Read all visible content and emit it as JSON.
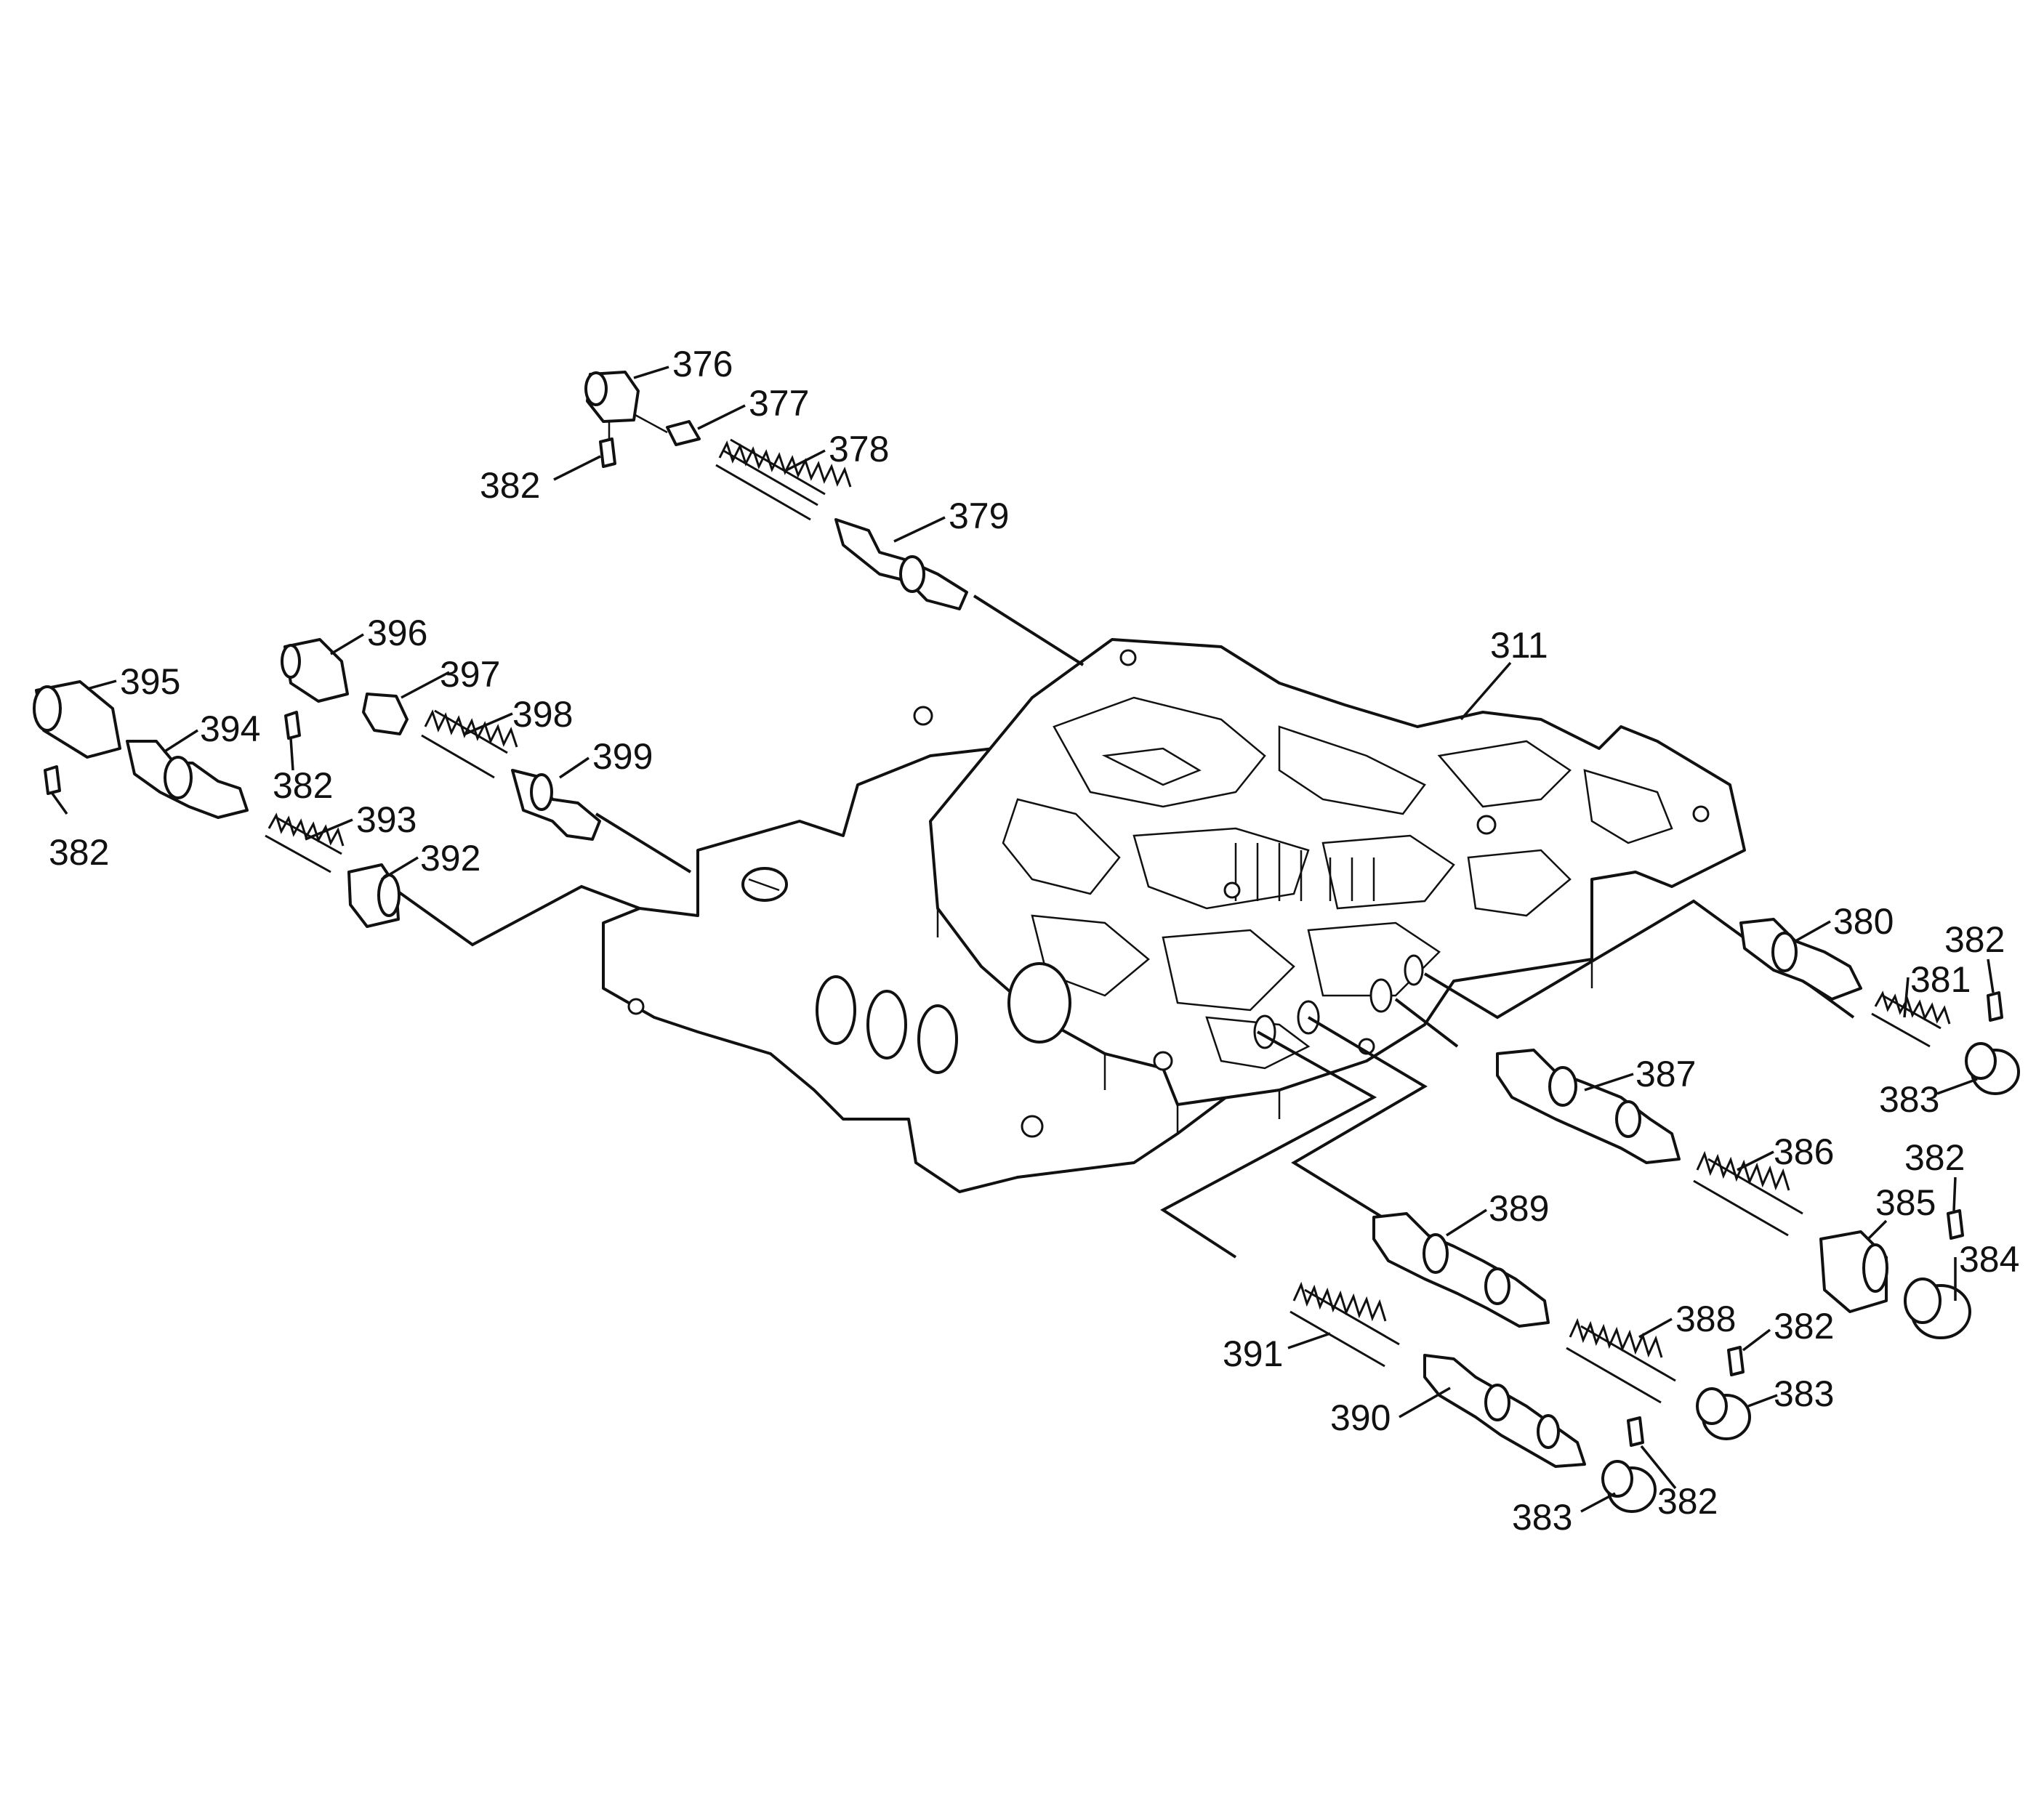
{
  "diagram": {
    "callouts": [
      {
        "id": "c376",
        "label": "376"
      },
      {
        "id": "c377",
        "label": "377"
      },
      {
        "id": "c378",
        "label": "378"
      },
      {
        "id": "c379",
        "label": "379"
      },
      {
        "id": "c382a",
        "label": "382"
      },
      {
        "id": "c311",
        "label": "311"
      },
      {
        "id": "c396",
        "label": "396"
      },
      {
        "id": "c397",
        "label": "397"
      },
      {
        "id": "c398",
        "label": "398"
      },
      {
        "id": "c399",
        "label": "399"
      },
      {
        "id": "c382b",
        "label": "382"
      },
      {
        "id": "c395",
        "label": "395"
      },
      {
        "id": "c394",
        "label": "394"
      },
      {
        "id": "c382c",
        "label": "382"
      },
      {
        "id": "c393",
        "label": "393"
      },
      {
        "id": "c392",
        "label": "392"
      },
      {
        "id": "c380",
        "label": "380"
      },
      {
        "id": "c382d",
        "label": "382"
      },
      {
        "id": "c381",
        "label": "381"
      },
      {
        "id": "c383a",
        "label": "383"
      },
      {
        "id": "c387",
        "label": "387"
      },
      {
        "id": "c386",
        "label": "386"
      },
      {
        "id": "c382e",
        "label": "382"
      },
      {
        "id": "c385",
        "label": "385"
      },
      {
        "id": "c384",
        "label": "384"
      },
      {
        "id": "c389",
        "label": "389"
      },
      {
        "id": "c388",
        "label": "388"
      },
      {
        "id": "c382f",
        "label": "382"
      },
      {
        "id": "c383b",
        "label": "383"
      },
      {
        "id": "c391",
        "label": "391"
      },
      {
        "id": "c390",
        "label": "390"
      },
      {
        "id": "c383c",
        "label": "383"
      },
      {
        "id": "c382g",
        "label": "382"
      }
    ]
  }
}
